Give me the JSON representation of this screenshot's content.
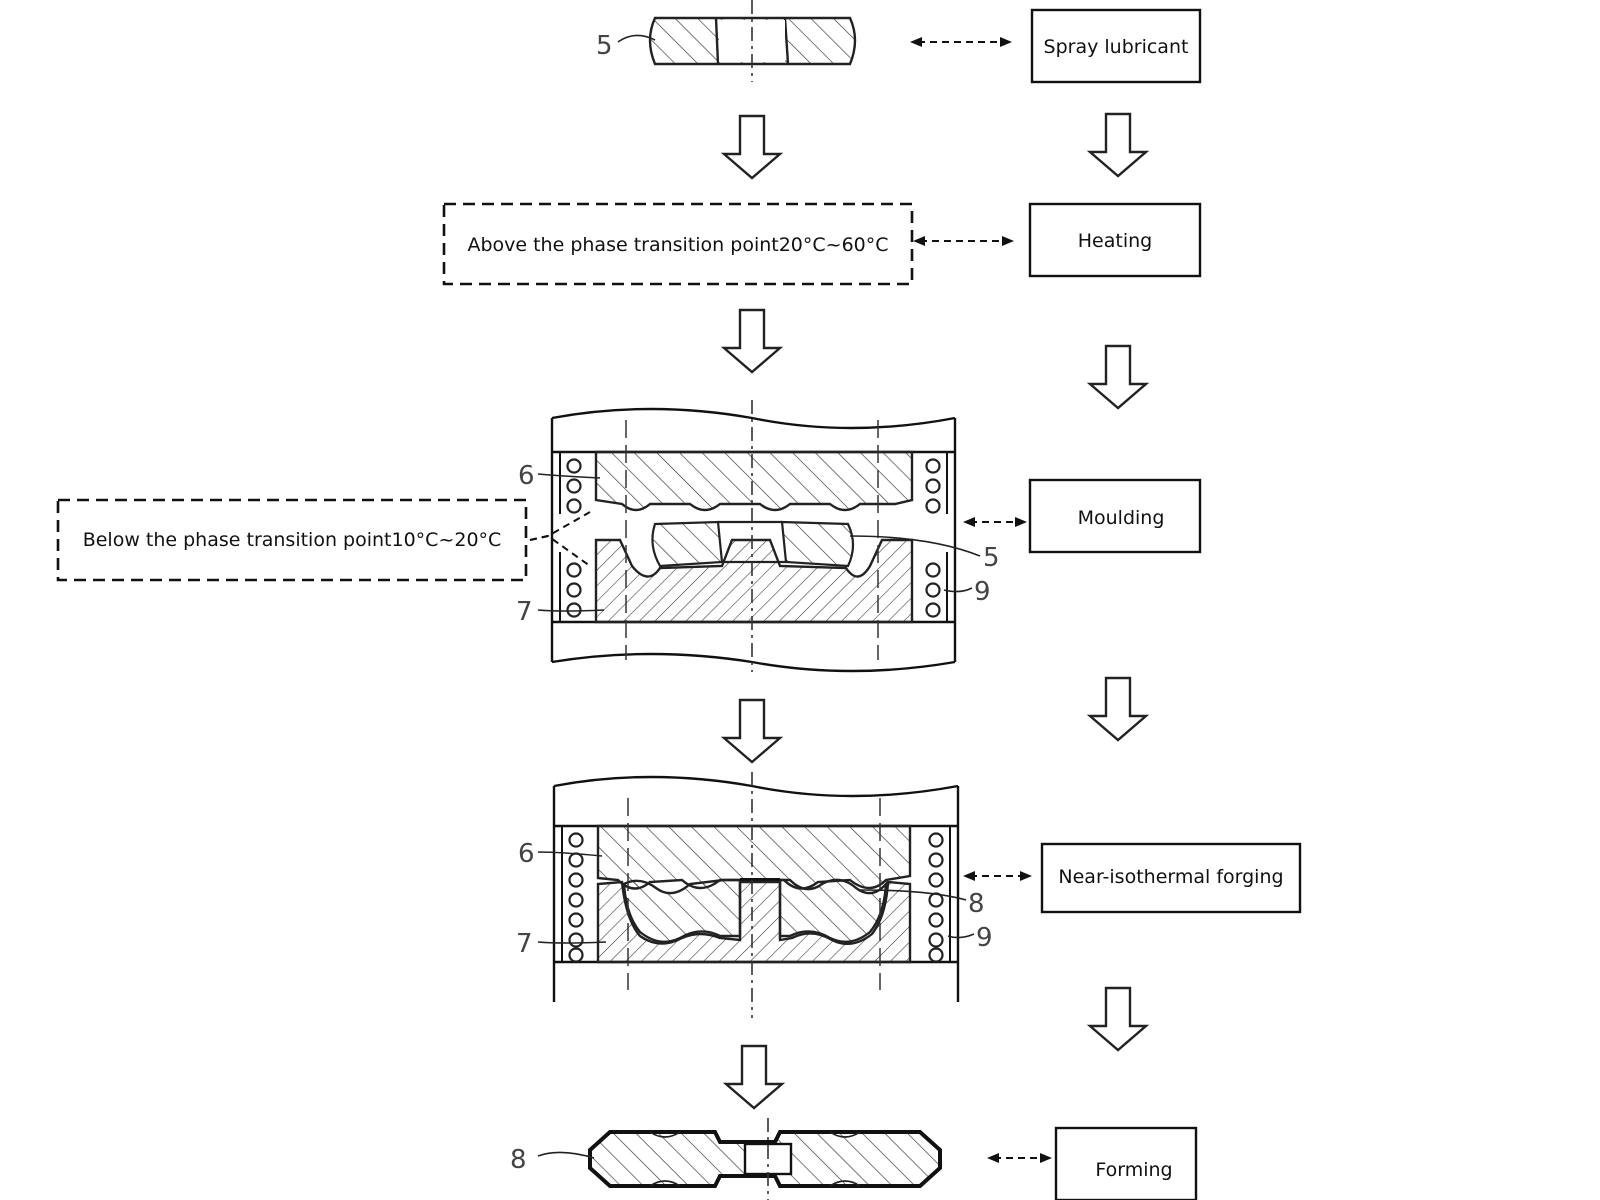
{
  "steps": {
    "spray": "Spray lubricant",
    "heating": "Heating",
    "moulding": "Moulding",
    "forging": "Near-isothermal forging",
    "forming": "Forming"
  },
  "notes": {
    "heating_temp": "Above the phase transition point20°C~60°C",
    "moulding_temp": "Below the phase transition point10°C~20°C"
  },
  "part_labels": {
    "blank": "5",
    "upper_die": "6",
    "lower_die": "7",
    "forging": "8",
    "heater": "9"
  }
}
